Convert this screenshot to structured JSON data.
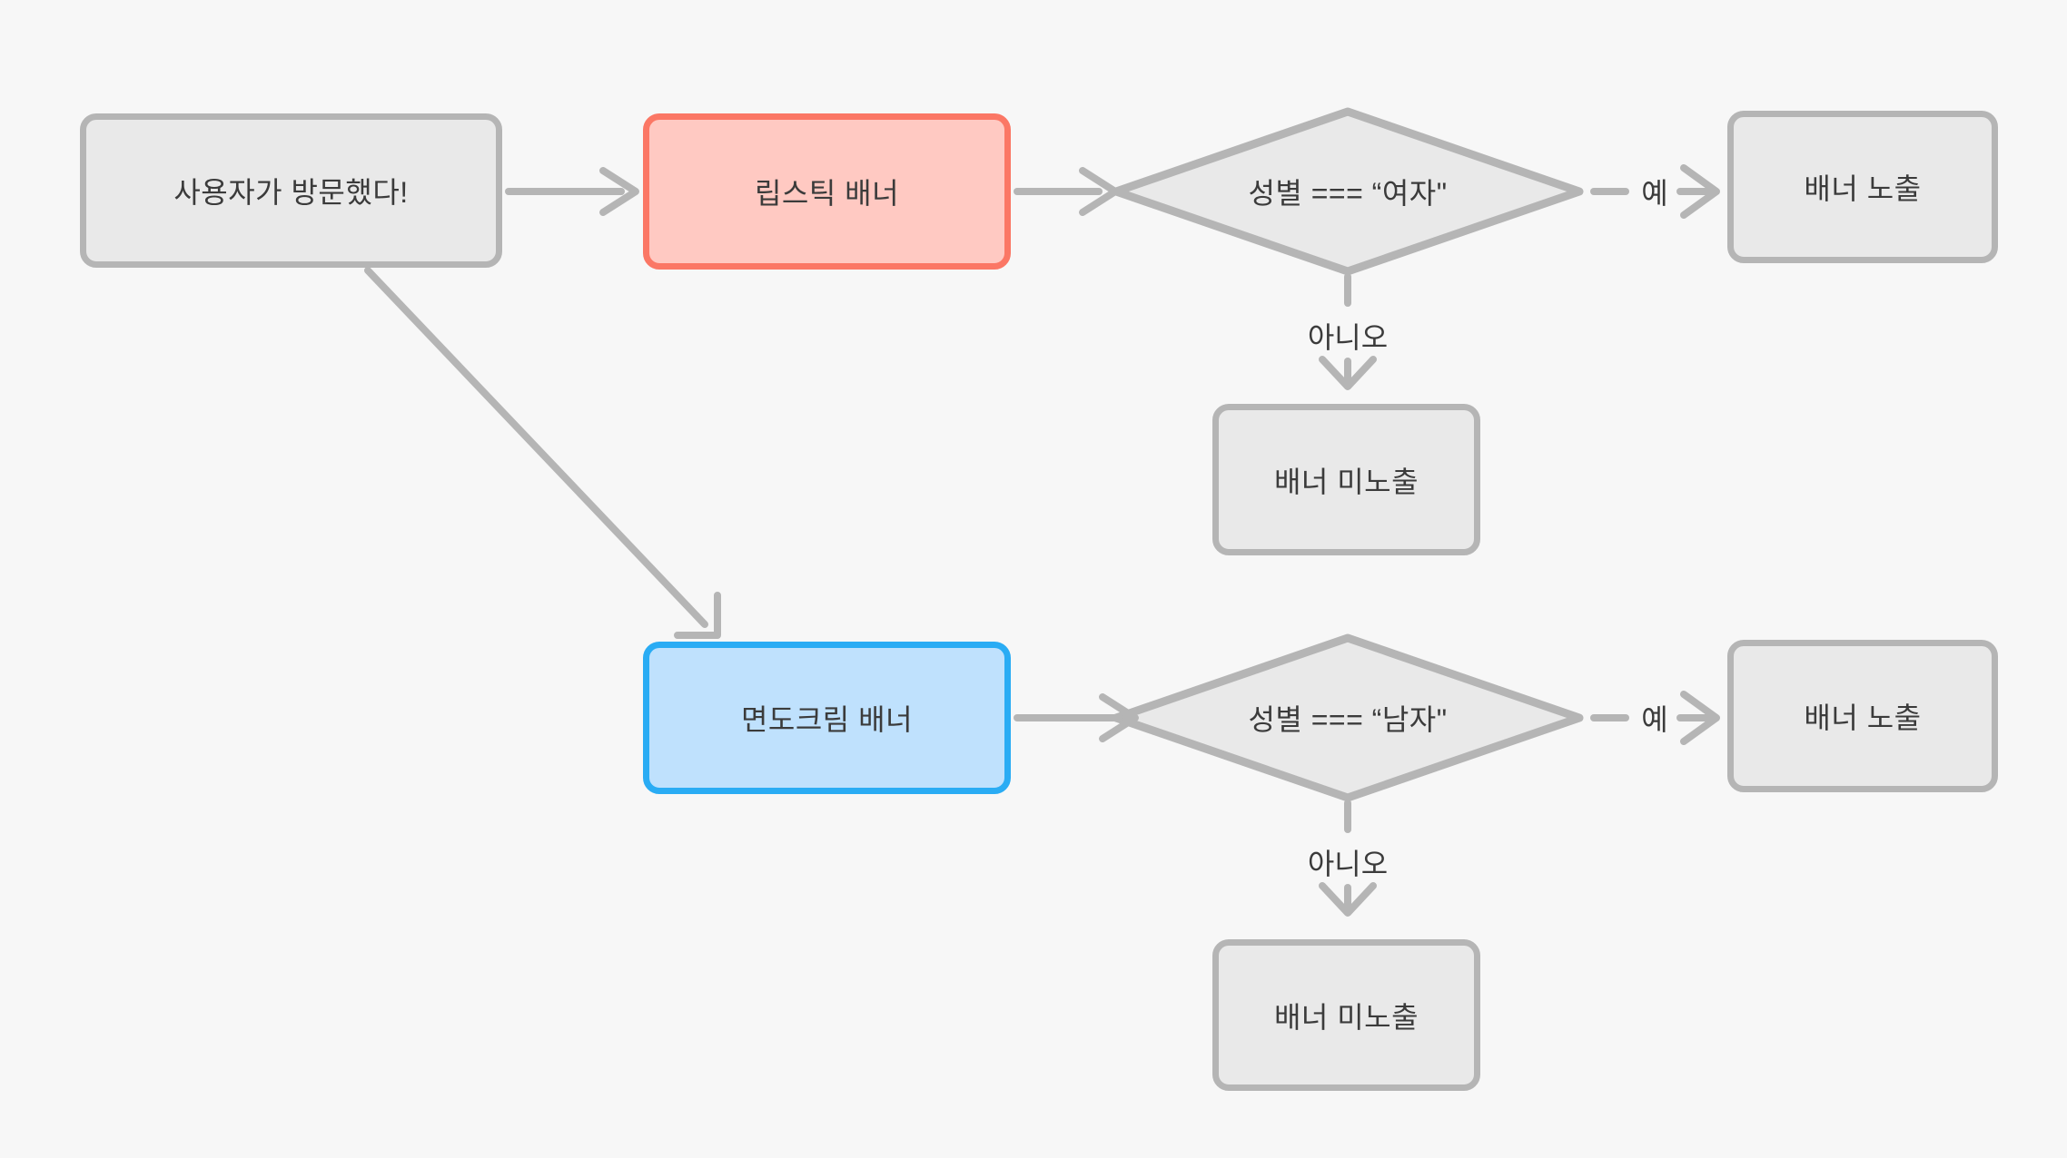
{
  "colors": {
    "background": "#f7f7f7",
    "node_fill": "#e9e9e9",
    "node_border": "#b5b5b5",
    "edge_color": "#b5b5b5",
    "text_color": "#3b3b3b",
    "lipstick_fill": "#ffc9c2",
    "lipstick_border": "#fb7765",
    "shaving_fill": "#bfe1fd",
    "shaving_border": "#2aacf4"
  },
  "flowchart": {
    "nodes": {
      "start": {
        "label": "사용자가 방문했다!"
      },
      "lipstick_banner": {
        "label": "립스틱 배너"
      },
      "gender_female_check": {
        "label": "성별 === “여자\""
      },
      "banner_shown_top": {
        "label": "배너 노출"
      },
      "banner_hidden_top": {
        "label": "배너 미노출"
      },
      "shaving_cream_banner": {
        "label": "면도크림 배너"
      },
      "gender_male_check": {
        "label": "성별 === “남자\""
      },
      "banner_shown_bottom": {
        "label": "배너 노출"
      },
      "banner_hidden_bottom": {
        "label": "배너 미노출"
      }
    },
    "edge_labels": {
      "yes_top": "예",
      "no_top": "아니오",
      "yes_bottom": "예",
      "no_bottom": "아니오"
    }
  }
}
